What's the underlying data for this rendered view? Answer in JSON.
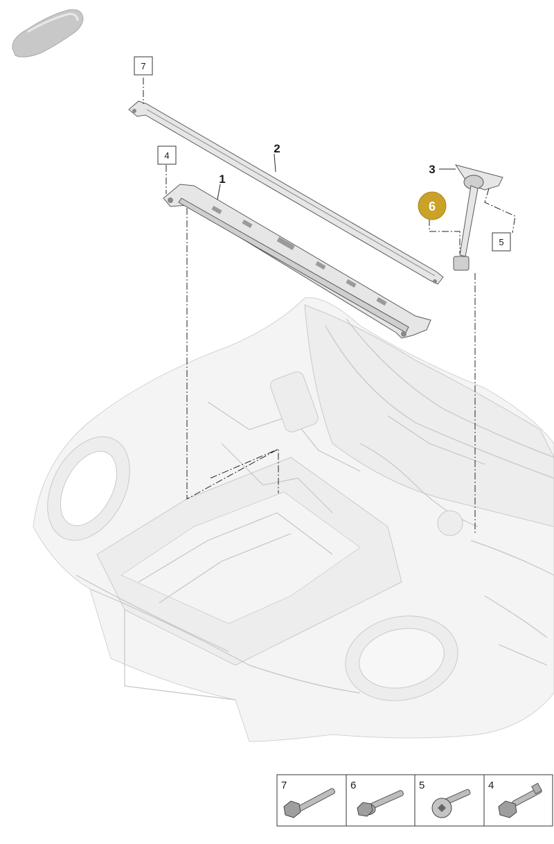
{
  "callouts": {
    "c1": "1",
    "c2": "2",
    "c3": "3",
    "c4": "4",
    "c5": "5",
    "c6": "6",
    "c7": "7"
  },
  "legend": [
    {
      "number": "7",
      "icon": "bolt-flange-hex-icon"
    },
    {
      "number": "6",
      "icon": "bolt-washer-hex-icon"
    },
    {
      "number": "5",
      "icon": "bolt-torx-head-icon"
    },
    {
      "number": "4",
      "icon": "bolt-hex-collar-icon"
    }
  ],
  "colors": {
    "highlight": "#c9a227",
    "part_fill": "#e6e6e6",
    "ghost_fill": "#ededed"
  }
}
